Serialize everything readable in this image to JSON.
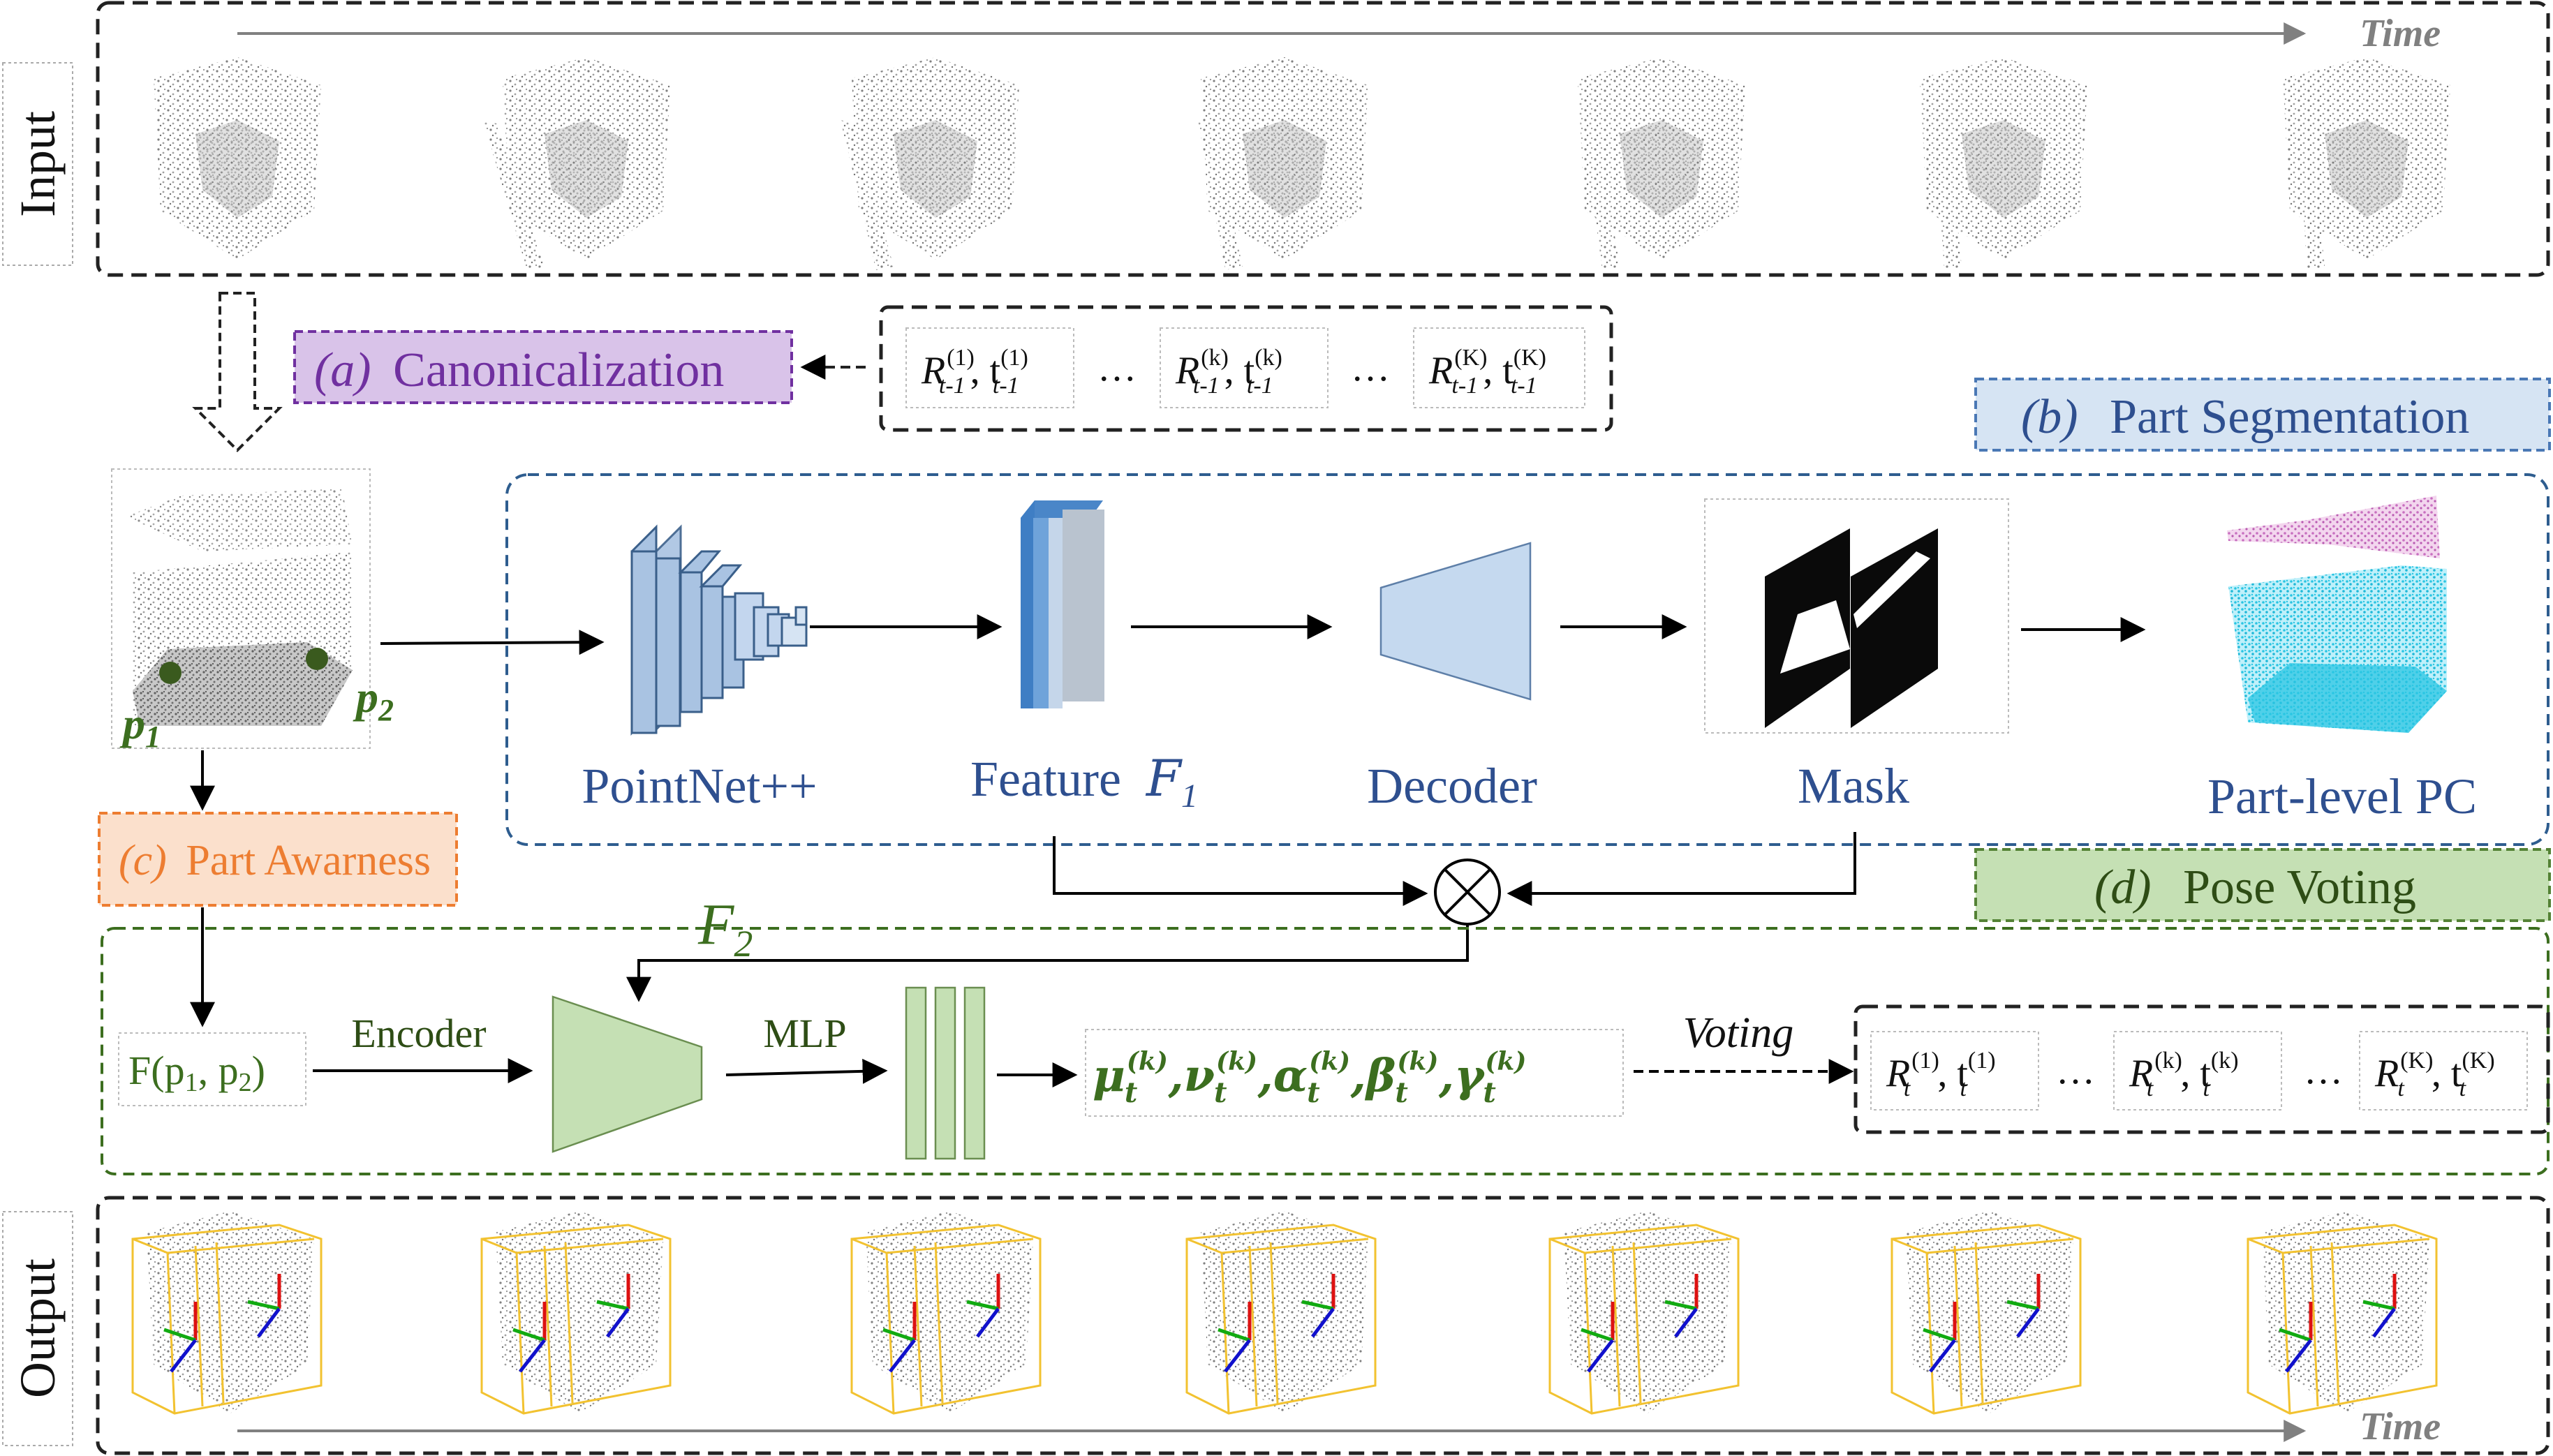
{
  "sections": {
    "input_label": "Input",
    "output_label": "Output",
    "time_label_top": "Time",
    "time_label_bottom": "Time"
  },
  "modules": {
    "a_letter": "(a)",
    "a_title": "Canonicalization",
    "b_letter": "(b)",
    "b_title": "Part Segmentation",
    "c_letter": "(c)",
    "c_title": "Part Awarness",
    "d_letter": "(d)",
    "d_title": "Pose Voting"
  },
  "segmentation": {
    "pointnet": "PointNet++",
    "feature": "Feature",
    "feature_symbol": "F",
    "feature_sub": "1",
    "decoder": "Decoder",
    "mask": "Mask",
    "partpc": "Part-level PC"
  },
  "voting": {
    "f2_symbol": "F",
    "f2_sub": "2",
    "fp_func": "F(p",
    "fp_sub1": "1",
    "fp_mid": ",  p",
    "fp_sub2": "2",
    "fp_close": ")",
    "encoder": "Encoder",
    "mlp": "MLP",
    "voting": "Voting",
    "params_sup": "(k)",
    "params_sub": "t",
    "param1": "μ",
    "param2": "ν",
    "param3": "α",
    "param4": "β",
    "param5": "γ"
  },
  "points": {
    "p1": "p",
    "p1_sub": "1",
    "p2": "p",
    "p2_sub": "2"
  },
  "prev_poses": {
    "R": "R",
    "t": "t",
    "sub": "t-1",
    "sup1": "(1)",
    "supk": "(k)",
    "supK": "(K)",
    "ellipsis": "…"
  },
  "cur_poses": {
    "R": "R",
    "t": "t",
    "sub": "t",
    "sup1": "(1)",
    "supk": "(k)",
    "supK": "(K)",
    "ellipsis": "…"
  },
  "colors": {
    "dark_blue": "#2e4f8f",
    "green_text": "#3c6e1f",
    "purple": "#7030a0",
    "purple_fill": "#d9c3e9",
    "blue_fill": "#d6e4f3",
    "orange": "#ed7d31",
    "orange_fill": "#fbe0cc",
    "green_fill": "#c5e0b4",
    "green_shape": "#c5e0b4",
    "cyan_pc": "#29c5e3",
    "pink_pc": "#c86fc0",
    "box_yellow": "#f2c230"
  }
}
